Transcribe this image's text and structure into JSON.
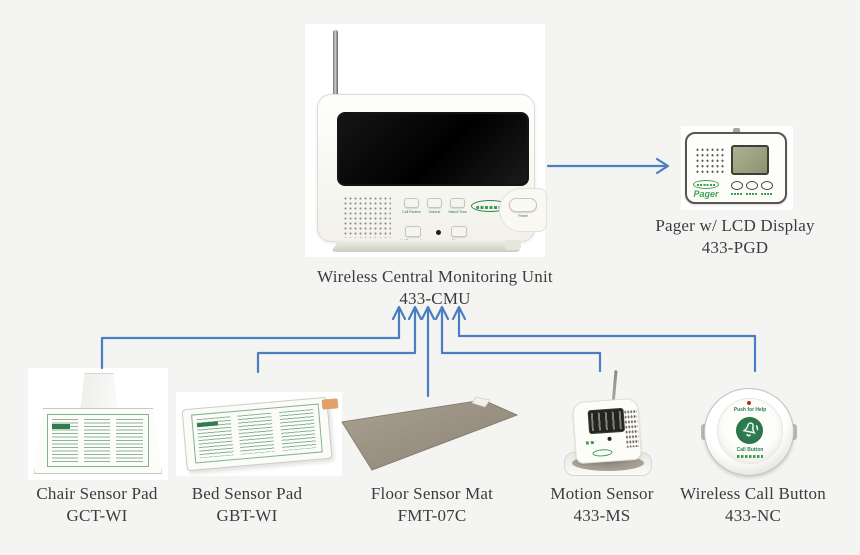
{
  "page": {
    "background": "#f4f4f3"
  },
  "colors": {
    "arrow": "#4b7ec0",
    "device_print_green": "#2e7d4f",
    "logo_green": "#3fa455",
    "label_text": "#3c3c3c",
    "lcd": "#9aa182",
    "mat_gray": "#a09788"
  },
  "hub": {
    "name": "Wireless Central Monitoring Unit",
    "model": "433-CMU",
    "buttons": {
      "call_review": "Call Review",
      "volume": "Volume",
      "watch_tone": "Watch/Tone",
      "add_replace": "Add/Replace New Component",
      "program": "Program Components",
      "reset": "Reset"
    }
  },
  "pager": {
    "name": "Pager w/ LCD Display",
    "model": "433-PGD",
    "device_label": "Pager"
  },
  "devices": [
    {
      "id": "chair-sensor-pad",
      "name": "Chair Sensor Pad",
      "model": "GCT-WI"
    },
    {
      "id": "bed-sensor-pad",
      "name": "Bed Sensor Pad",
      "model": "GBT-WI"
    },
    {
      "id": "floor-sensor-mat",
      "name": "Floor Sensor Mat",
      "model": "FMT-07C"
    },
    {
      "id": "motion-sensor",
      "name": "Motion Sensor",
      "model": "433-MS"
    },
    {
      "id": "wireless-call-button",
      "name": "Wireless Call Button",
      "model": "433-NC"
    }
  ],
  "call_button_device": {
    "top_text": "Push for Help",
    "center_text": "Call Button"
  }
}
